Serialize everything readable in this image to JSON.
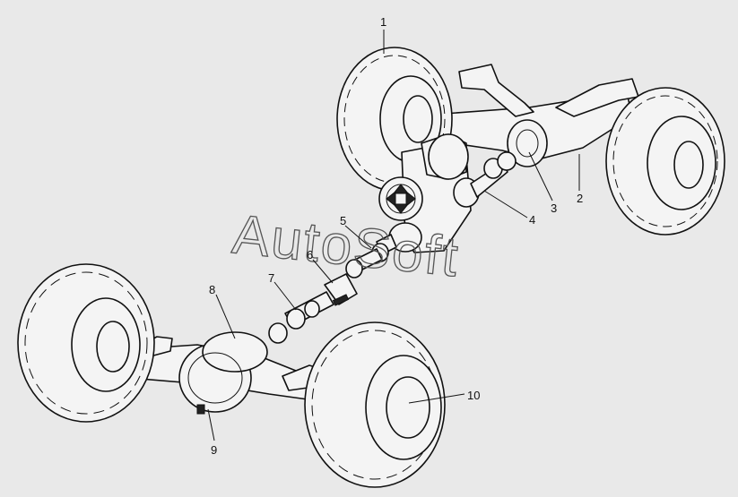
{
  "watermark": {
    "text": "AutoSoft"
  },
  "callouts": [
    {
      "id": "1",
      "label": "1"
    },
    {
      "id": "2",
      "label": "2"
    },
    {
      "id": "3",
      "label": "3"
    },
    {
      "id": "4",
      "label": "4"
    },
    {
      "id": "5",
      "label": "5"
    },
    {
      "id": "6",
      "label": "6"
    },
    {
      "id": "7",
      "label": "7"
    },
    {
      "id": "8",
      "label": "8"
    },
    {
      "id": "9",
      "label": "9"
    },
    {
      "id": "10",
      "label": "10"
    }
  ]
}
